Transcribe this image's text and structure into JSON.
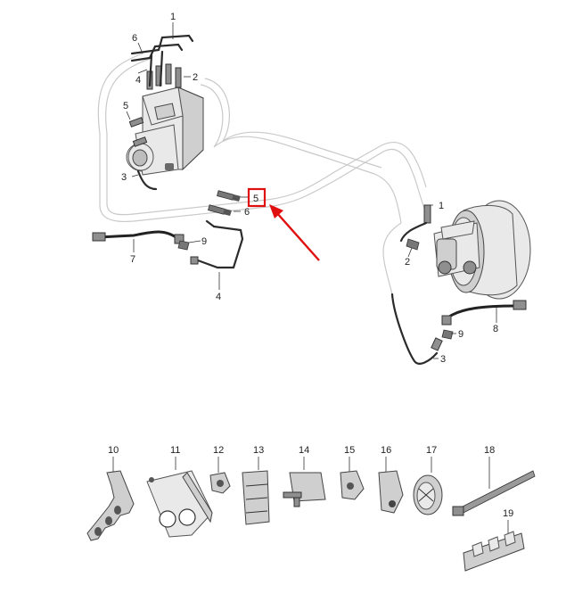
{
  "callouts": {
    "c1_top": "1",
    "c6_top": "6",
    "c4_top": "4",
    "c2_top": "2",
    "c5_abs": "5",
    "c3_abs": "3",
    "c5_highlight": "5",
    "c6_mid": "6",
    "c9_left": "9",
    "c7": "7",
    "c4_bottom": "4",
    "c1_right": "1",
    "c2_right": "2",
    "c9_right": "9",
    "c8": "8",
    "c3_right": "3",
    "p10": "10",
    "p11": "11",
    "p12": "12",
    "p13": "13",
    "p14": "14",
    "p15": "15",
    "p16": "16",
    "p17": "17",
    "p18": "18",
    "p19": "19"
  },
  "colors": {
    "highlight": "#e01010",
    "arrow": "#e01010",
    "line": "#2b2b2b"
  }
}
